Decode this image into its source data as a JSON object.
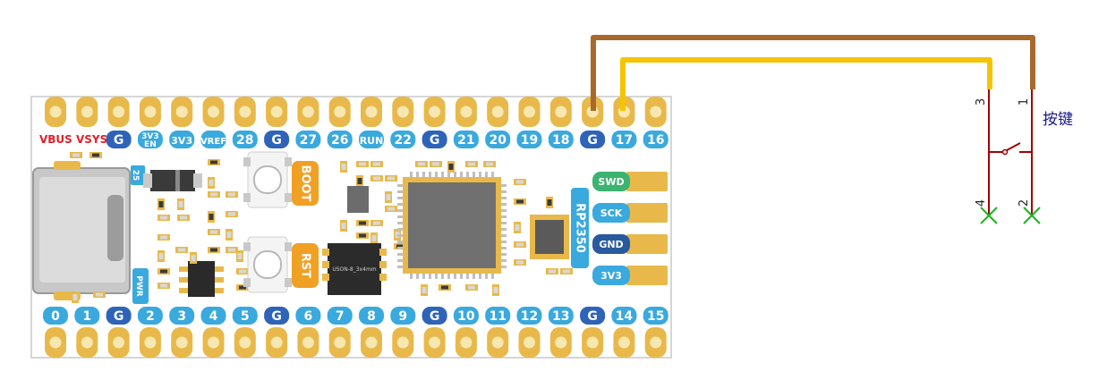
{
  "colors": {
    "pad_gold": "#E8B94A",
    "pad_hole": "#F7E7B0",
    "label_blue": "#3AA9DD",
    "label_dark": "#2A5A9E",
    "gnd_label": "#2E63B8",
    "wire_brown": "#A8692C",
    "wire_yellow": "#F5C400",
    "switch_red": "#A40000",
    "nc_green": "#1EB41E",
    "chip": "#6A6A6A",
    "button_orange": "#F0A023",
    "power_red": "#E0202A",
    "swd_green": "#3CB371"
  },
  "board": {
    "top_labels": [
      "G",
      "3V3 EN",
      "3V3",
      "VREF",
      "28",
      "G",
      "27",
      "26",
      "RUN",
      "22",
      "G",
      "21",
      "20",
      "19",
      "18",
      "G",
      "17",
      "16"
    ],
    "bottom_labels": [
      "0",
      "1",
      "G",
      "2",
      "3",
      "4",
      "5",
      "G",
      "6",
      "7",
      "8",
      "9",
      "G",
      "10",
      "11",
      "12",
      "13",
      "G",
      "14",
      "15"
    ],
    "power_labels": "VBUS VSYS",
    "led_label": "25",
    "pwr_label": "PWR",
    "boot_label": "BOOT",
    "rst_label": "RST",
    "flash_label": "USON-8_3x4mm",
    "chip_name": "RP2350",
    "side_pads": [
      "SWD",
      "SCK",
      "GND",
      "3V3"
    ]
  },
  "switch": {
    "name": "按键",
    "pins": [
      "3",
      "1",
      "4",
      "2"
    ]
  }
}
